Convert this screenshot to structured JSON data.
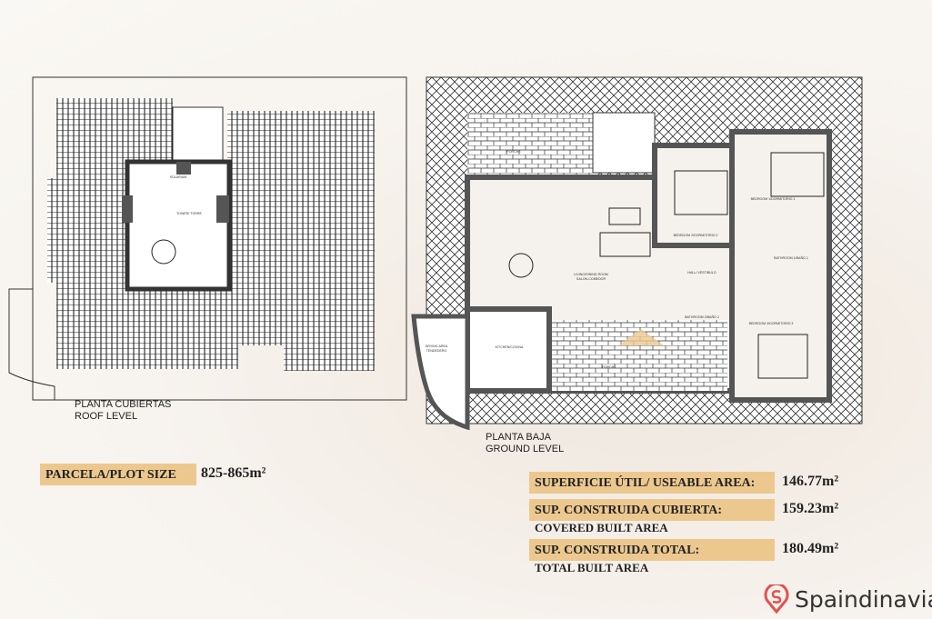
{
  "roof_plan": {
    "title_es": "PLANTA CUBIERTAS",
    "title_en": "ROOF LEVEL",
    "rooms": [
      "SOLARIUM",
      "TOWER/ TORRE"
    ]
  },
  "ground_plan": {
    "title_es": "PLANTA BAJA",
    "title_en": "GROUND LEVEL",
    "rooms": [
      "BEDROOM 1/DORMITORIO 1",
      "BEDROOM 2/DORMITORIO 2",
      "LIVING/DINING ROOM",
      "SALON-COMEDOR",
      "HALL/ VESTIBULO",
      "BATHROOM 1/BAÑO 1",
      "BATHROOM 2/BAÑO 2",
      "BEDROOM 3/DORMITORIO 3",
      "KITCHEN/COCINA",
      "DRYING AREA",
      "TENDEDERO",
      "PORCHE"
    ]
  },
  "plot": {
    "label": "PARCELA/PLOT SIZE",
    "value": "825-865m²"
  },
  "areas": [
    {
      "label": "SUPERFICIE ÚTIL/ USEABLE AREA:",
      "sub": "",
      "value": "146.77m²"
    },
    {
      "label": "SUP. CONSTRUIDA CUBIERTA:",
      "sub": "COVERED BUILT AREA",
      "value": "159.23m²"
    },
    {
      "label": "SUP. CONSTRUIDA TOTAL:",
      "sub": "TOTAL BUILT AREA",
      "value": "180.49m²"
    }
  ],
  "brand": {
    "name": "Spaindinavia",
    "color": "#e0524f",
    "icon": "location-pin-s-icon"
  },
  "colors": {
    "tag": "#ecc88f",
    "wall": "#555555"
  }
}
